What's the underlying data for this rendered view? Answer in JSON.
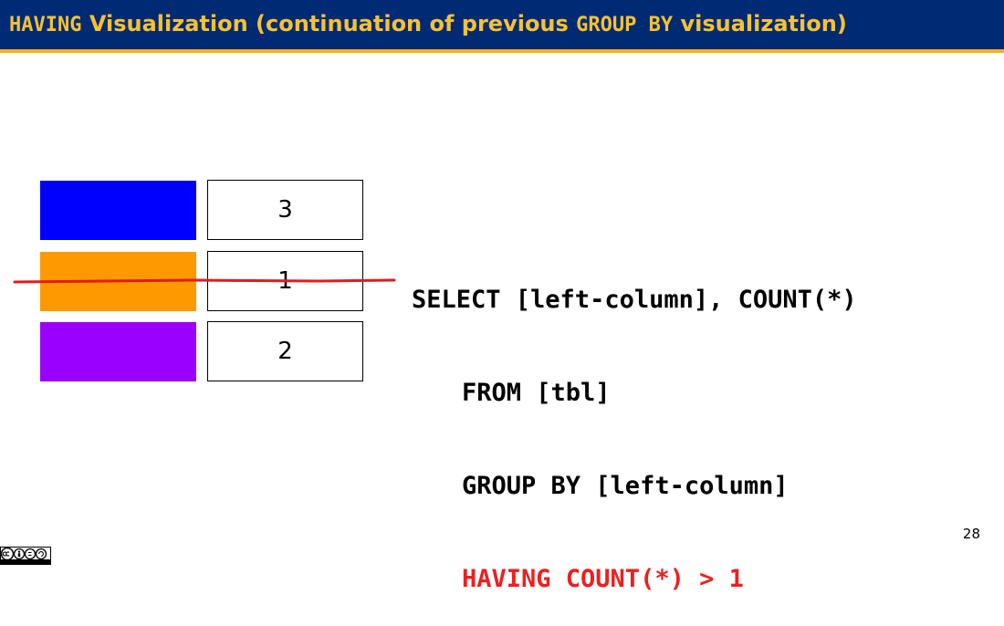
{
  "slide": {
    "title_part1": "HAVING",
    "title_part2": " Visualization (continuation of previous ",
    "title_part3": "GROUP  BY",
    "title_part4": " visualization)",
    "page_number": "28"
  },
  "groups": [
    {
      "color": "#0000ff",
      "count": "3",
      "filtered_out": false
    },
    {
      "color": "#ff9900",
      "count": "1",
      "filtered_out": true
    },
    {
      "color": "#9900ff",
      "count": "2",
      "filtered_out": false
    }
  ],
  "sql": {
    "line1": "SELECT [left-column], COUNT(*)",
    "line2": "FROM [tbl]",
    "line3": "GROUP BY [left-column]",
    "line4": "HAVING COUNT(*) > 1"
  },
  "colors": {
    "title_bar": "#002a73",
    "title_text": "#f7c230",
    "accent_line": "#f2b51a",
    "highlight": "#ee1f1f",
    "strike": "#e21c1c"
  },
  "license_badge": {
    "icon": "creative-commons-by-nc-sa-icon"
  }
}
